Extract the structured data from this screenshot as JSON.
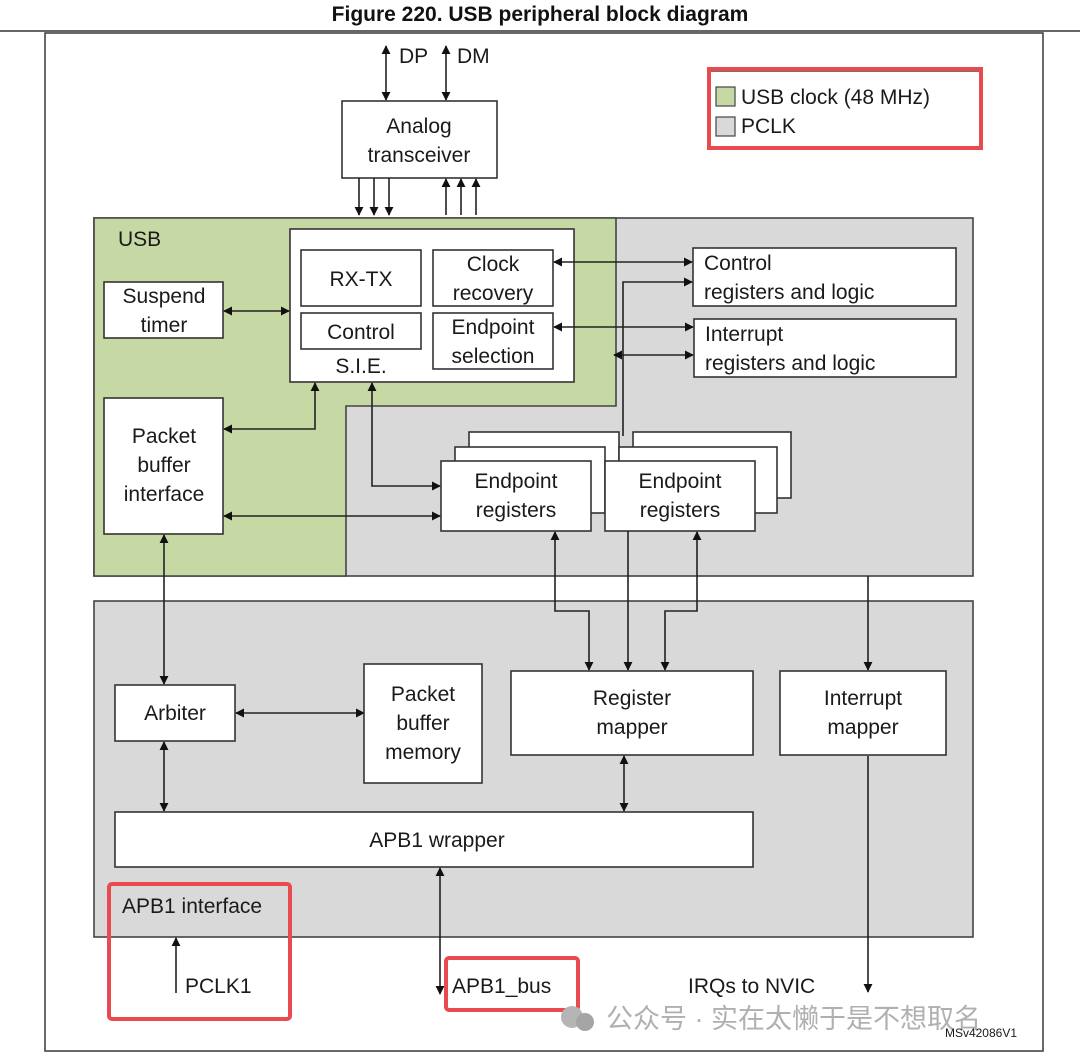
{
  "figure": {
    "title": "Figure 220. USB peripheral block diagram",
    "code": "MSv42086V1"
  },
  "legend": {
    "items": [
      {
        "label": "USB clock (48 MHz)",
        "color": "#c6d9a4"
      },
      {
        "label": "PCLK",
        "color": "#d9d9d9"
      }
    ]
  },
  "colors": {
    "usb_domain": "#c6d9a4",
    "pclk_domain": "#d9d9d9",
    "highlight": "#e84a4f"
  },
  "pins": {
    "dp": "DP",
    "dm": "DM"
  },
  "regions": {
    "usb": "USB",
    "apb1_interface": "APB1 interface"
  },
  "blocks": {
    "analog_transceiver": [
      "Analog",
      "transceiver"
    ],
    "suspend_timer": [
      "Suspend",
      "timer"
    ],
    "rx_tx": "RX-TX",
    "control": "Control",
    "sie": "S.I.E.",
    "clock_recovery": [
      "Clock",
      "recovery"
    ],
    "endpoint_selection": [
      "Endpoint",
      "selection"
    ],
    "control_registers": [
      "Control",
      "registers and logic"
    ],
    "interrupt_registers": [
      "Interrupt",
      "registers and logic"
    ],
    "packet_buffer_interface": [
      "Packet",
      "buffer",
      "interface"
    ],
    "endpoint_registers_1": [
      "Endpoint",
      "registers"
    ],
    "endpoint_registers_2": [
      "Endpoint",
      "registers"
    ],
    "arbiter": "Arbiter",
    "packet_buffer_memory": [
      "Packet",
      "buffer",
      "memory"
    ],
    "register_mapper": [
      "Register",
      "mapper"
    ],
    "interrupt_mapper": [
      "Interrupt",
      "mapper"
    ],
    "apb1_wrapper": "APB1 wrapper"
  },
  "signals": {
    "pclk1": "PCLK1",
    "apb1_bus": "APB1_bus",
    "irqs": "IRQs to NVIC"
  },
  "watermark": "公众号 · 实在太懒于是不想取名"
}
